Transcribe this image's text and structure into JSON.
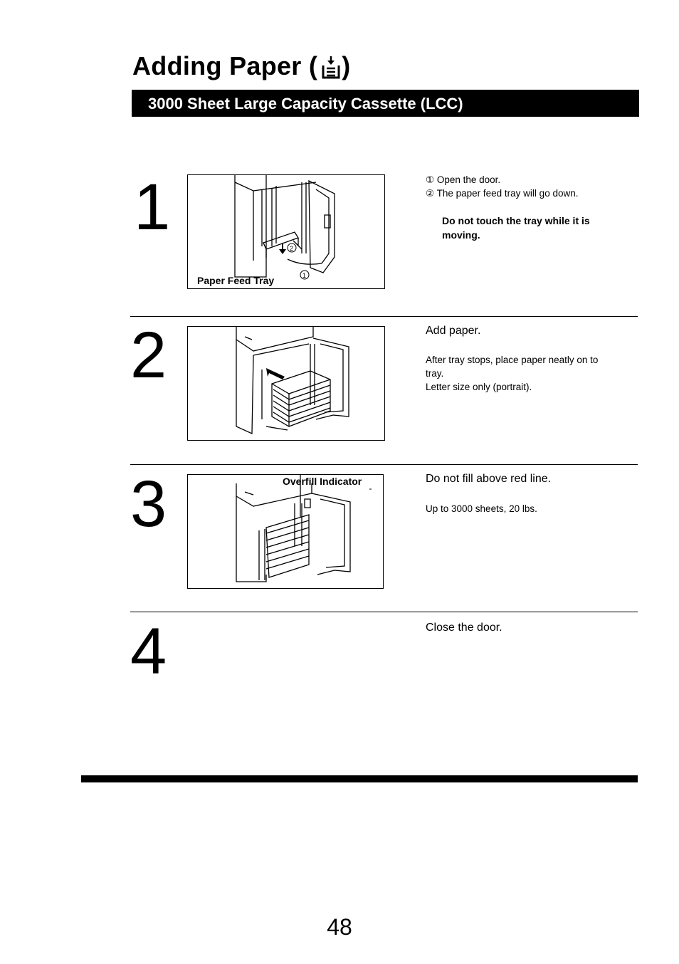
{
  "header": {
    "title": "Adding Paper (",
    "title_close": ")",
    "section": "3000 Sheet Large Capacity Cassette (LCC)",
    "icon": "paper-tray-icon"
  },
  "steps": [
    {
      "number": "1",
      "figure_label": "Paper Feed Tray",
      "lines": [
        "① Open the door.",
        "② The paper feed tray will go down."
      ],
      "warning": "Do not touch the tray while it is moving."
    },
    {
      "number": "2",
      "heading": "Add paper.",
      "lines": [
        "After tray stops, place paper neatly on to",
        "tray.",
        "Letter size only (portrait)."
      ]
    },
    {
      "number": "3",
      "figure_label": "Overfill Indicator",
      "heading": "Do not fill above red line.",
      "lines": [
        "Up to 3000 sheets, 20 lbs."
      ]
    },
    {
      "number": "4",
      "heading": "Close the door."
    }
  ],
  "page_number": "48"
}
